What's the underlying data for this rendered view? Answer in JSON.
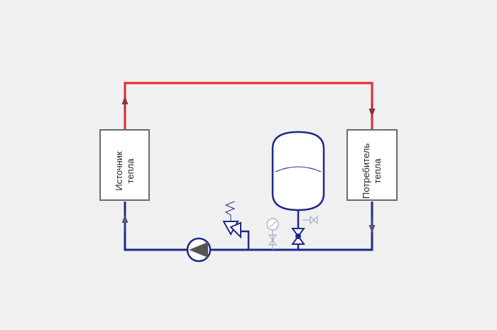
{
  "diagram": {
    "source_box": {
      "line1": "Источник",
      "line2": "тепла"
    },
    "consumer_box": {
      "line1": "Потребитель",
      "line2": "тепла"
    }
  },
  "colors": {
    "background": "#f0f0f0",
    "supply_line": "#e0282c",
    "return_line": "#1e2a8a",
    "box_border": "#6b6b6b",
    "box_fill": "#ffffff",
    "arrow_supply": "#8a3434",
    "arrow_return": "#56567a",
    "pump_fill": "#555555",
    "faint_component": "#9ea5c8"
  },
  "icons": [
    "pump-icon",
    "safety-valve-icon",
    "pressure-gauge-icon",
    "shutoff-valve-icon",
    "expansion-tank-icon"
  ]
}
